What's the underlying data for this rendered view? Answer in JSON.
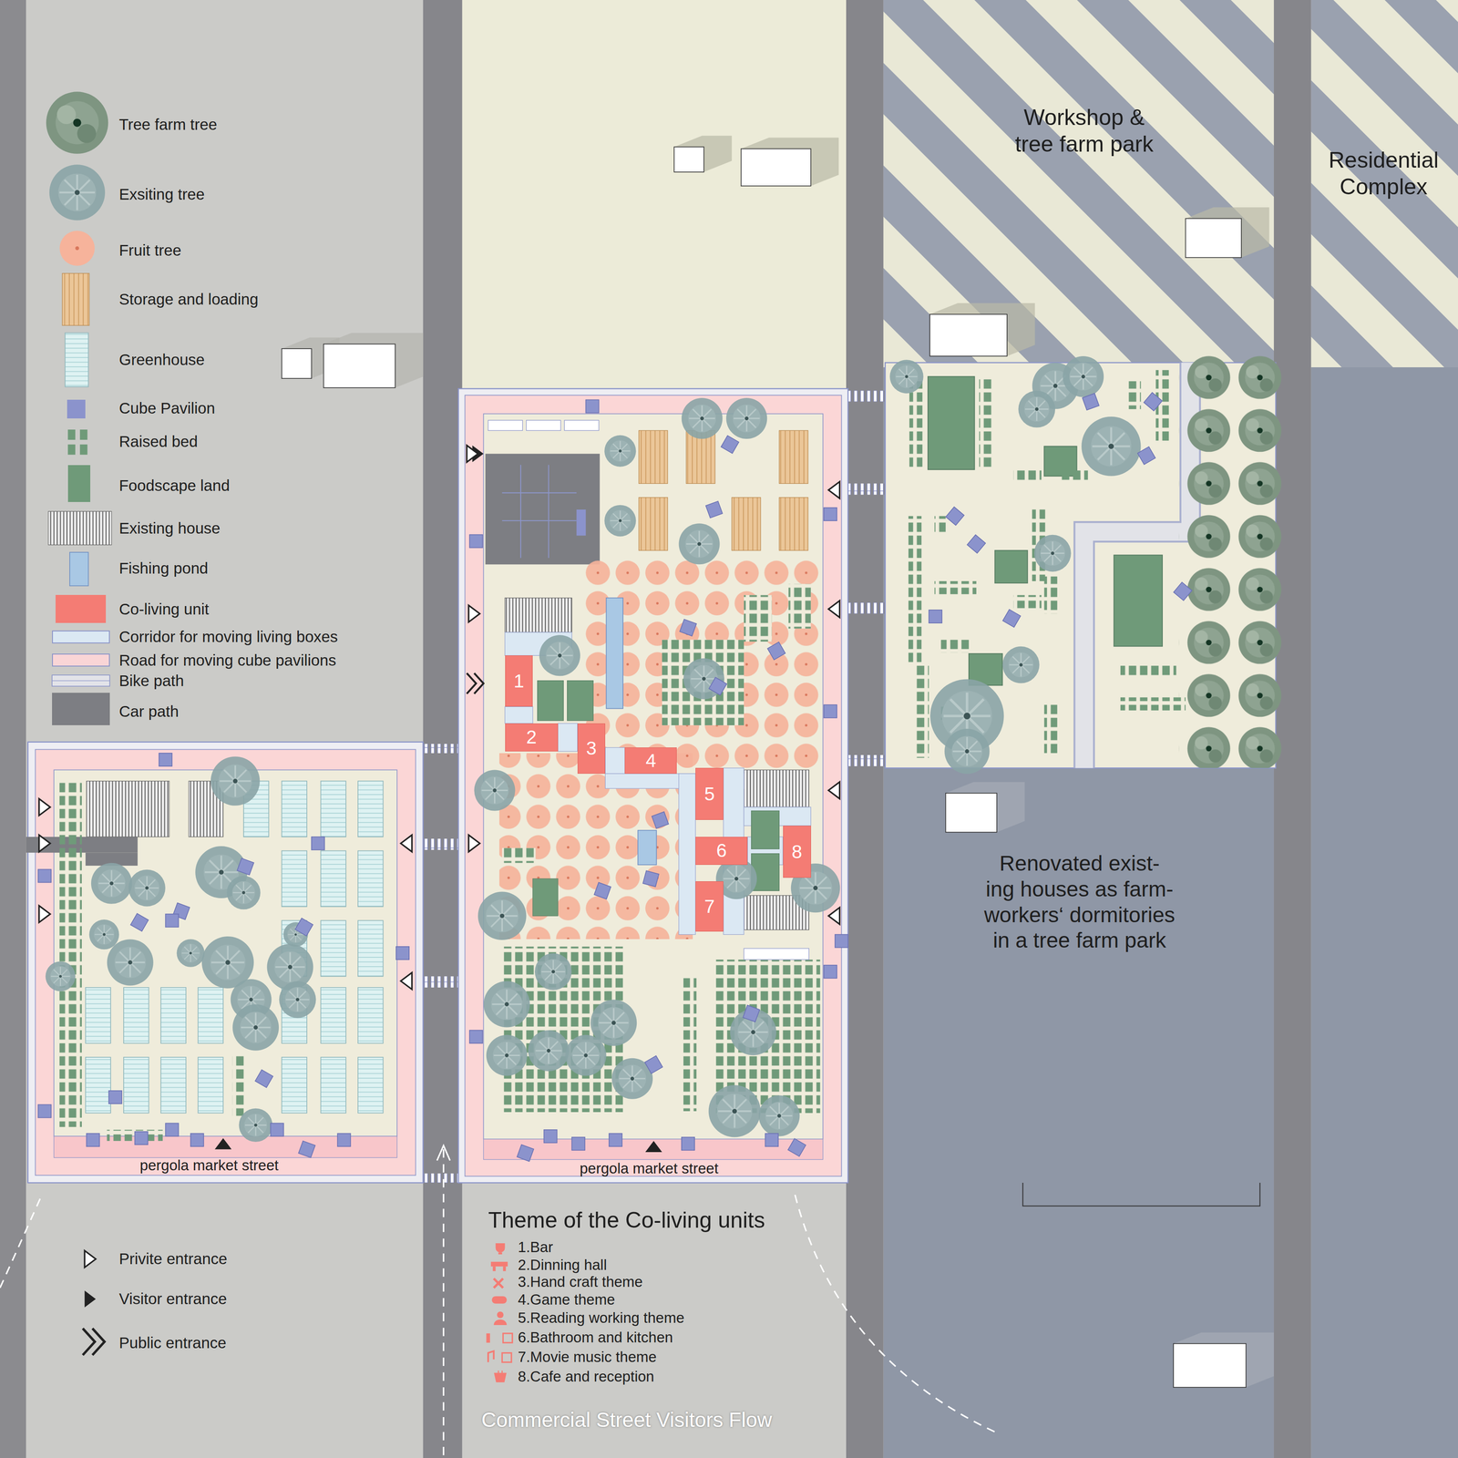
{
  "diagram": {
    "nodes": [
      {
        "text": [
          "1"
        ]
      },
      {
        "text": [
          "2"
        ]
      },
      {
        "text": [
          "3"
        ]
      },
      {
        "text": [
          "4"
        ]
      },
      {
        "text": [
          "5"
        ]
      },
      {
        "text": [
          "6"
        ]
      },
      {
        "text": [
          "7"
        ]
      },
      {
        "text": [
          "8"
        ]
      }
    ],
    "labels": [
      "Workshop & tree farm park",
      "Residential Complex",
      "Renovated exist- ing houses as farm-workers‘ dormitories in a tree farm park",
      "pergola market street",
      "pergola market street",
      "Theme of the Co-living units",
      "1.Bar",
      "2.Dinning hall",
      "3.Hand craft theme",
      "4.Game theme",
      "5.Reading working theme",
      "6.Bathroom and kitchen",
      "7.Movie music theme",
      "8.Cafe and reception",
      "Commercial Street Visitors Flow"
    ],
    "legend": [
      {
        "text": "Tree farm tree"
      },
      {
        "text": "Exsiting tree"
      },
      {
        "text": "Fruit tree"
      },
      {
        "text": "Storage and loading"
      },
      {
        "text": "Greenhouse"
      },
      {
        "text": "Cube Pavilion",
        "color": "#8b93cc"
      },
      {
        "text": "Raised bed"
      },
      {
        "text": "Foodscape land",
        "color": "#6f9a79"
      },
      {
        "text": "Existing house"
      },
      {
        "text": "Fishing pond"
      },
      {
        "text": "Co-living unit",
        "color": "#f47c74"
      },
      {
        "text": "Corridor for moving living boxes",
        "color": "#dbe8f3"
      },
      {
        "text": "Road for moving cube pavilions",
        "color": "#f9d5d6"
      },
      {
        "text": "Bike path"
      },
      {
        "text": "Car path",
        "color": "#7d7e83"
      },
      {
        "text": "Privite entrance"
      },
      {
        "text": "Visitor entrance"
      },
      {
        "text": "Public entrance"
      }
    ]
  }
}
